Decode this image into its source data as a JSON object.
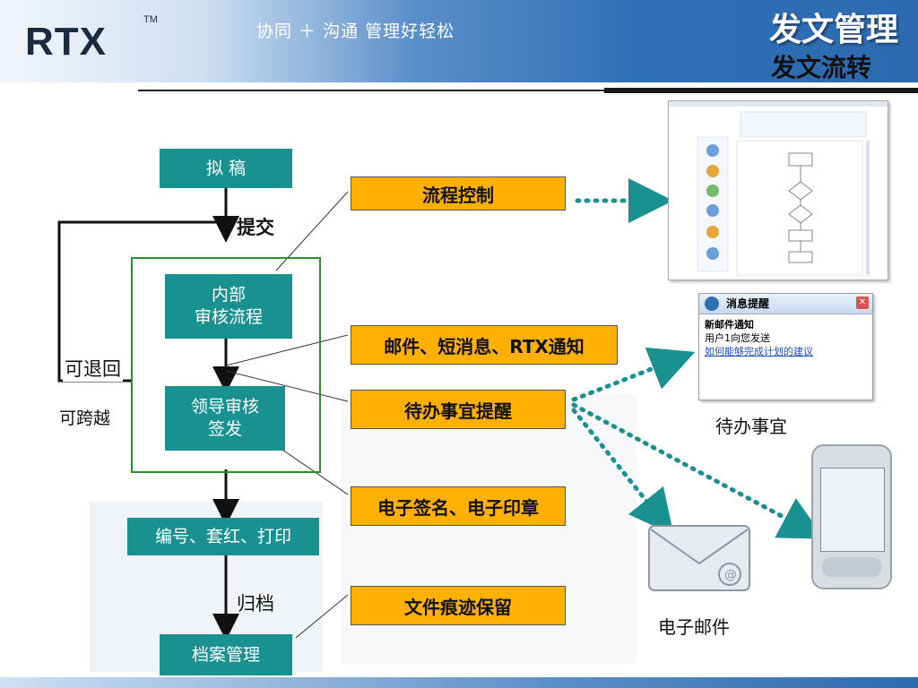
{
  "header": {
    "logo": "RTX",
    "tm": "TM",
    "slogan": "协同 ＋ 沟通  管理好轻松",
    "title": "发文管理",
    "subtitle": "发文流转"
  },
  "flow": {
    "draft": "拟  稿",
    "submit": "提交",
    "internal_review": [
      "内部",
      "审核流程"
    ],
    "leader_review": [
      "领导审核",
      "签发"
    ],
    "numbering": "编号、套红、打印",
    "archive_label": "归档",
    "archive": "档案管理",
    "can_return": "可退回",
    "can_skip": "可跨越"
  },
  "features": {
    "process_control": "流程控制",
    "notify": "邮件、短消息、RTX通知",
    "todo_remind": "待办事宜提醒",
    "signature": "电子签名、电子印章",
    "trace": "文件痕迹保留"
  },
  "captions": {
    "todo": "待办事宜",
    "email": "电子邮件"
  },
  "popup": {
    "title": "消息提醒",
    "heading": "新邮件通知",
    "line1": "用户1向您发送",
    "link": "如何能够完成计划的建议"
  },
  "colors": {
    "teal": "#1a9191",
    "orange": "#ffb000",
    "green_frame": "#2a8f2a",
    "dotted": "#1a9191"
  }
}
